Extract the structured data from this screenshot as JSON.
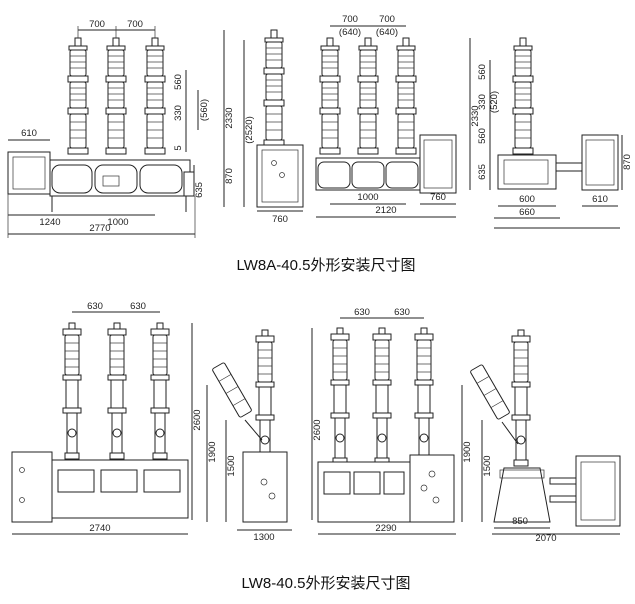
{
  "captions": {
    "top": "LW8A-40.5外形安装尺寸图",
    "bottom": "LW8-40.5外形安装尺寸图"
  },
  "top": {
    "fig1": {
      "pitch1": "700",
      "pitch2": "700",
      "cabinet_w": "610",
      "h560": "560",
      "h330": "330",
      "h560p": "(560)",
      "h5": "5",
      "h635": "635",
      "w1240": "1240",
      "w1000": "1000",
      "w2770": "2770"
    },
    "fig2": {
      "h2330": "2330",
      "h2520": "(2520)",
      "h870": "870",
      "w760": "760"
    },
    "fig3": {
      "p1": "700",
      "p2": "700",
      "p1b": "(640)",
      "p2b": "(640)",
      "w1000": "1000",
      "w760": "760",
      "w2120": "2120"
    },
    "fig4": {
      "h2330": "2330",
      "h560a": "560",
      "h330": "330",
      "h520": "(520)",
      "h560b": "560",
      "h635": "635",
      "h870": "870",
      "w600": "600",
      "w610": "610",
      "w660": "660"
    }
  },
  "bottom": {
    "fig1": {
      "p1": "630",
      "p2": "630",
      "h2600": "2600",
      "w2740": "2740"
    },
    "fig2": {
      "h1900": "1900",
      "h1500": "1500",
      "w1300": "1300"
    },
    "fig3": {
      "p1": "630",
      "p2": "630",
      "h2600": "2600",
      "w2290": "2290"
    },
    "fig4": {
      "h1900": "1900",
      "h1500": "1500",
      "w850": "850",
      "w2070": "2070"
    }
  }
}
